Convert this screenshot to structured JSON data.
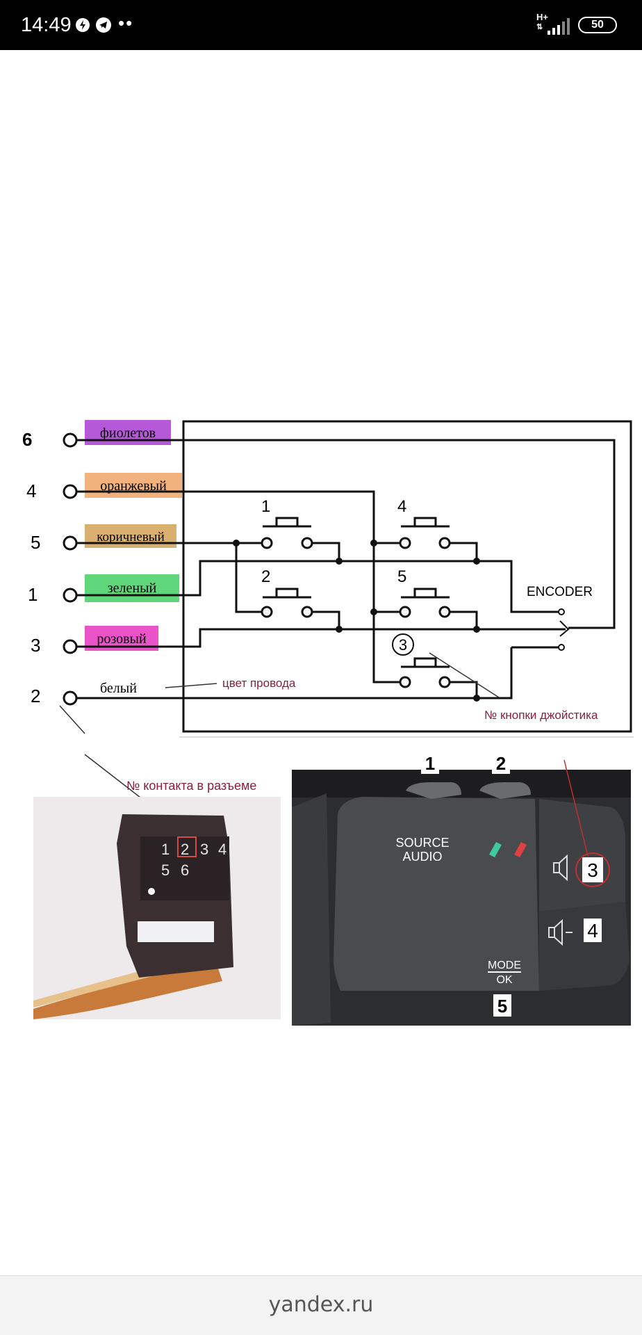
{
  "status_bar": {
    "time": "14:49",
    "network": "H+",
    "battery": "50"
  },
  "diagram": {
    "pins": [
      {
        "num": "6",
        "wire": "фиолетов",
        "color": "#b659d8"
      },
      {
        "num": "4",
        "wire": "оранжевый",
        "color": "#f2b27e"
      },
      {
        "num": "5",
        "wire": "коричневый",
        "color": "#d9b06f"
      },
      {
        "num": "1",
        "wire": "зеленый",
        "color": "#5fd67a"
      },
      {
        "num": "3",
        "wire": "розовый",
        "color": "#ea54c8"
      },
      {
        "num": "2",
        "wire": "белый",
        "color": "#ffffff"
      }
    ],
    "button_labels": [
      "1",
      "2",
      "4",
      "5",
      "3"
    ],
    "encoder_label": "ENCODER",
    "wire_color_note": "цвет провода",
    "joystick_note": "№ кнопки джойстика",
    "connector_note": "№ контакта в разъеме"
  },
  "photo_connector": {
    "contacts_top": [
      "1",
      "2",
      "3",
      "4"
    ],
    "contacts_bottom": [
      "5",
      "6"
    ]
  },
  "photo_joystick": {
    "label_1": "1",
    "label_2": "2",
    "label_3": "3",
    "label_4": "4",
    "label_5": "5",
    "source": "SOURCE",
    "audio": "AUDIO",
    "mode": "MODE",
    "ok": "OK"
  },
  "bottom_bar": {
    "domain": "yandex.ru"
  }
}
